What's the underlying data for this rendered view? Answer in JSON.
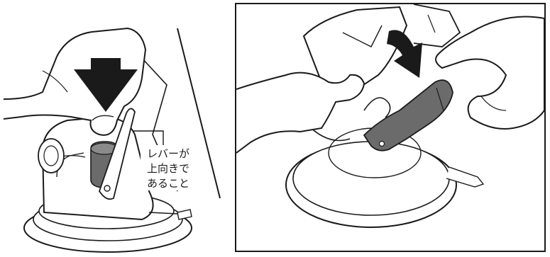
{
  "left_panel": {
    "callout": {
      "lines": [
        "レバーが",
        "上向きで",
        "あること"
      ]
    }
  },
  "colors": {
    "outline": "#1a1a1a",
    "lever_fill": "#6b6b6b",
    "arrow_fill": "#1a1a1a",
    "cup_fill": "#ffffff"
  },
  "icons": {
    "left_arrow": "down-arrow-icon",
    "right_arrow": "curved-down-arrow-icon"
  }
}
